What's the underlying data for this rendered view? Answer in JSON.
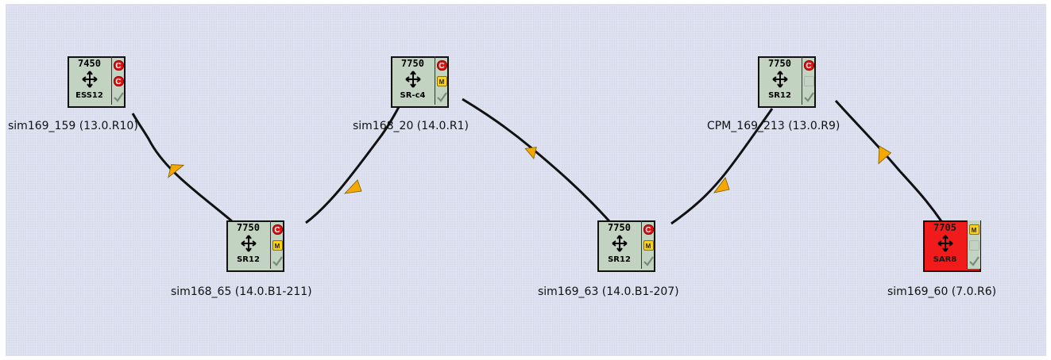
{
  "colors": {
    "canvas_background": "#dde1ef",
    "node_normal": "#c2d3c2",
    "node_alarm": "#f21b1b",
    "critical_badge": "#e31010",
    "major_badge": "#ffd21a",
    "link": "#111111",
    "direction_arrow": "#f5a800"
  },
  "nodes": [
    {
      "id": "sim169_159",
      "model": "7450",
      "type": "ESS12",
      "label": "sim169_159 (13.0.R10)",
      "status": [
        "C",
        "C",
        "check"
      ],
      "alarm": false
    },
    {
      "id": "sim168_20",
      "model": "7750",
      "type": "SR-c4",
      "label": "sim168_20 (14.0.R1)",
      "status": [
        "C",
        "M",
        "check"
      ],
      "alarm": false
    },
    {
      "id": "CPM_169_213",
      "model": "7750",
      "type": "SR12",
      "label": "CPM_169_213 (13.0.R9)",
      "status": [
        "C",
        "",
        "check"
      ],
      "alarm": false
    },
    {
      "id": "sim168_65",
      "model": "7750",
      "type": "SR12",
      "label": "sim168_65 (14.0.B1-211)",
      "status": [
        "C",
        "M",
        "check"
      ],
      "alarm": false
    },
    {
      "id": "sim169_63",
      "model": "7750",
      "type": "SR12",
      "label": "sim169_63 (14.0.B1-207)",
      "status": [
        "C",
        "M",
        "check"
      ],
      "alarm": false
    },
    {
      "id": "sim169_60",
      "model": "7705",
      "type": "SAR8",
      "label": "sim169_60 (7.0.R6)",
      "status": [
        "M",
        "",
        "check"
      ],
      "alarm": true
    }
  ],
  "links": [
    {
      "from": "sim168_65",
      "to": "sim169_159",
      "arrow_toward": "sim169_159"
    },
    {
      "from": "sim168_65",
      "to": "sim168_20",
      "arrow_toward": "sim168_65"
    },
    {
      "from": "sim169_63",
      "to": "sim168_20",
      "arrow_toward": "sim168_20"
    },
    {
      "from": "sim169_63",
      "to": "CPM_169_213",
      "arrow_toward": "sim169_63"
    },
    {
      "from": "sim169_60",
      "to": "CPM_169_213",
      "arrow_toward": "CPM_169_213"
    }
  ]
}
